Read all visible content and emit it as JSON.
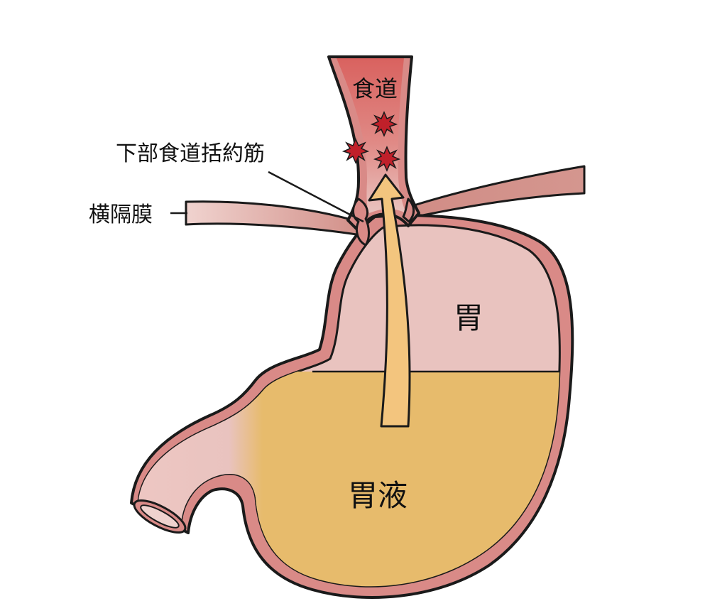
{
  "labels": {
    "esophagus": "食道",
    "lower_esophageal_sphincter": "下部食道括約筋",
    "diaphragm": "横隔膜",
    "stomach": "胃",
    "gastric_juice": "胃液"
  },
  "colors": {
    "outline": "#1a1a1a",
    "wall": "#d98a87",
    "stomach_interior": "#e9c3bf",
    "gastric_juice": "#e7bb6c",
    "esophagus_inflamed": "#d9625f",
    "diaphragm": "#d4928c",
    "reflux_arrow": "#f3c57e",
    "irritation_marks": "#c0202a"
  },
  "icons": [
    "reflux-arrow-icon",
    "irritation-burst-icon"
  ]
}
